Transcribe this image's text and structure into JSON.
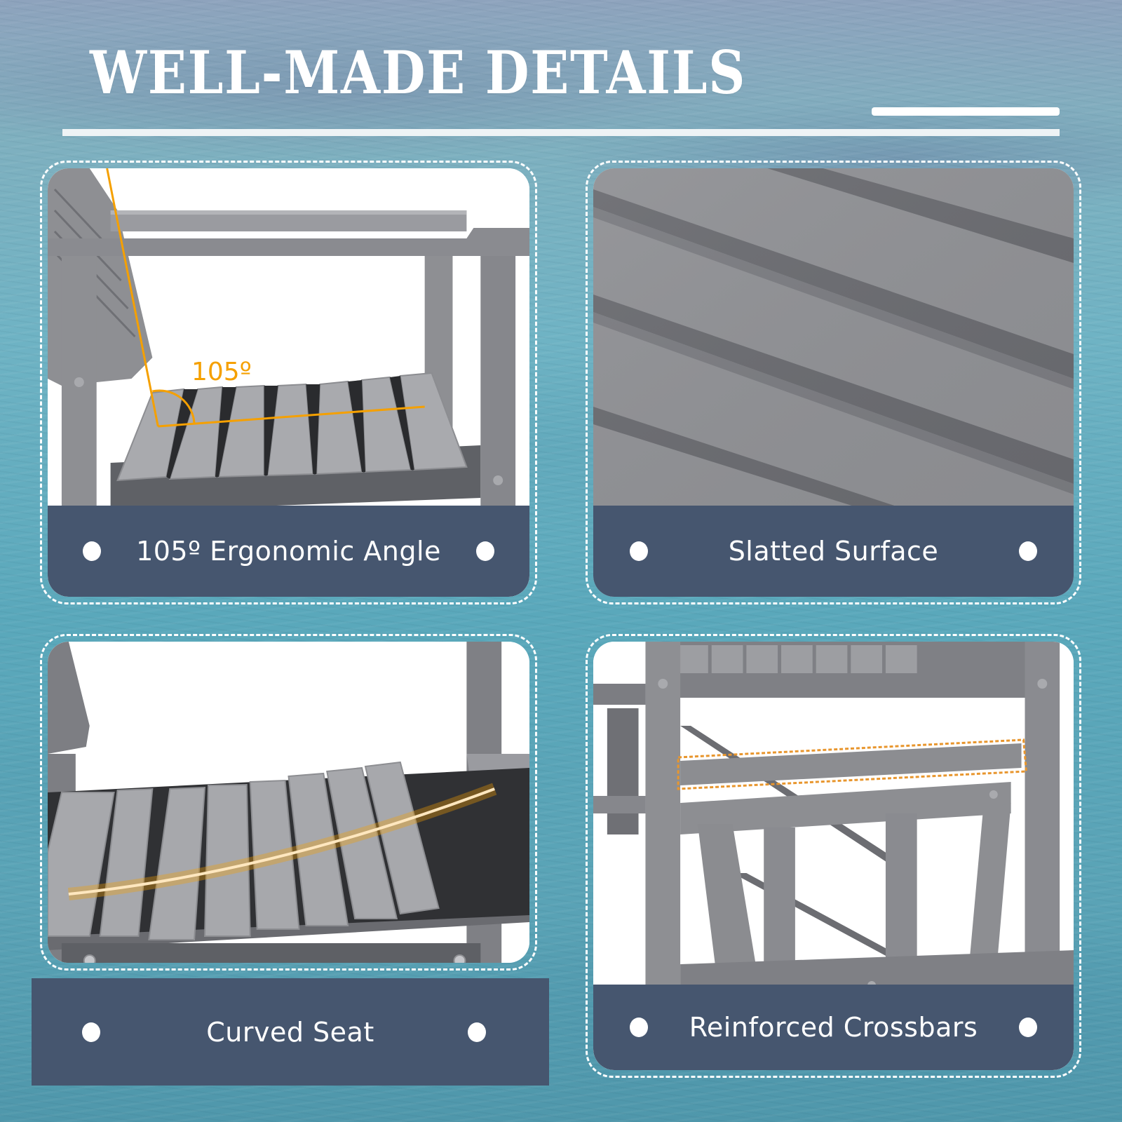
{
  "header": {
    "title": "WELL-MADE DETAILS"
  },
  "cards": [
    {
      "id": "ergonomic-angle",
      "label": "105º Ergonomic Angle",
      "annotation": "105º",
      "annotation_color": "#f5a000"
    },
    {
      "id": "slatted-surface",
      "label": "Slatted Surface"
    },
    {
      "id": "curved-seat",
      "label": "Curved Seat",
      "highlight_color": "#f59a2a"
    },
    {
      "id": "reinforced-crossbars",
      "label": "Reinforced Crossbars",
      "highlight_color": "#e8962e"
    }
  ],
  "colors": {
    "label_background": "#46566f",
    "accent_orange": "#f5a000",
    "chair_gray": "#8e8f93",
    "chair_dark": "#5f6166",
    "background_teal": "#5aa8bb"
  }
}
